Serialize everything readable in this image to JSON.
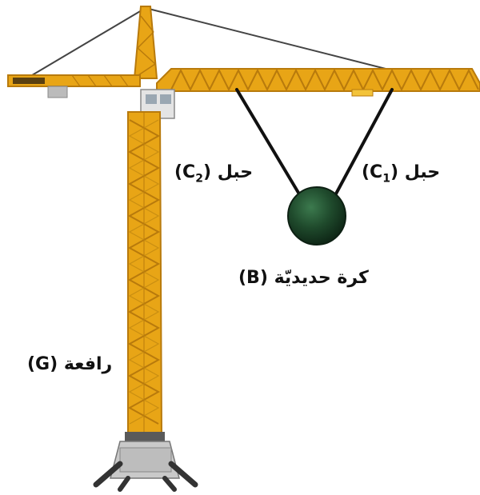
{
  "labels": {
    "rope_c2": {
      "text": "حبل",
      "symbol": "(C",
      "sub": "2",
      "close": ")"
    },
    "rope_c1": {
      "text": "حبل",
      "symbol": "(C",
      "sub": "1",
      "close": ")"
    },
    "ball": {
      "text": "كرة حديديّة",
      "symbol": "(B)"
    },
    "crane": {
      "text": "رافعة",
      "symbol": "(G)"
    }
  },
  "colors": {
    "crane_yellow": "#e8a516",
    "crane_dark": "#b87a0c",
    "ball_green": "#1f4a2c",
    "rope": "#111111",
    "base_grey": "#c9c9c9"
  }
}
